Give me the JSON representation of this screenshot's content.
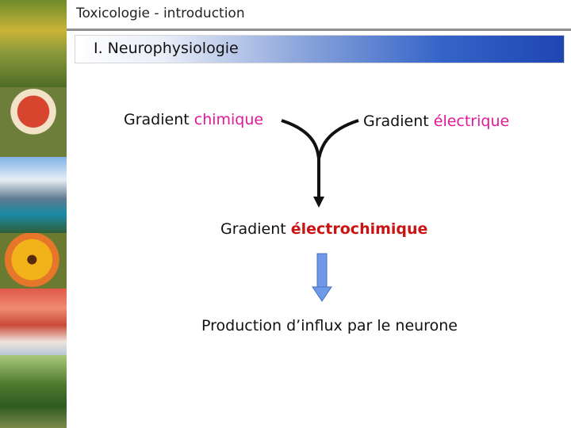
{
  "header": {
    "title": "Toxicologie - introduction"
  },
  "section": {
    "title": "I. Neurophysiologie"
  },
  "diagram": {
    "left": {
      "prefix": "Gradient",
      "highlight": "chimique",
      "highlight_color": "#e0199b"
    },
    "right": {
      "prefix": "Gradient",
      "highlight": "électrique",
      "highlight_color": "#e0199b"
    },
    "combined": {
      "prefix": "Gradient",
      "highlight": "électrochimique",
      "highlight_color": "#c81414"
    },
    "result": "Production d’influx par le neurone",
    "arrow_color": "#6f98e8"
  },
  "sidebar": {
    "photos": [
      "laburnum-tree-photo",
      "fly-agaric-mushroom-photo",
      "mountain-lake-photo",
      "gazania-flower-photo",
      "red-mountain-photo",
      "forest-path-photo"
    ]
  }
}
